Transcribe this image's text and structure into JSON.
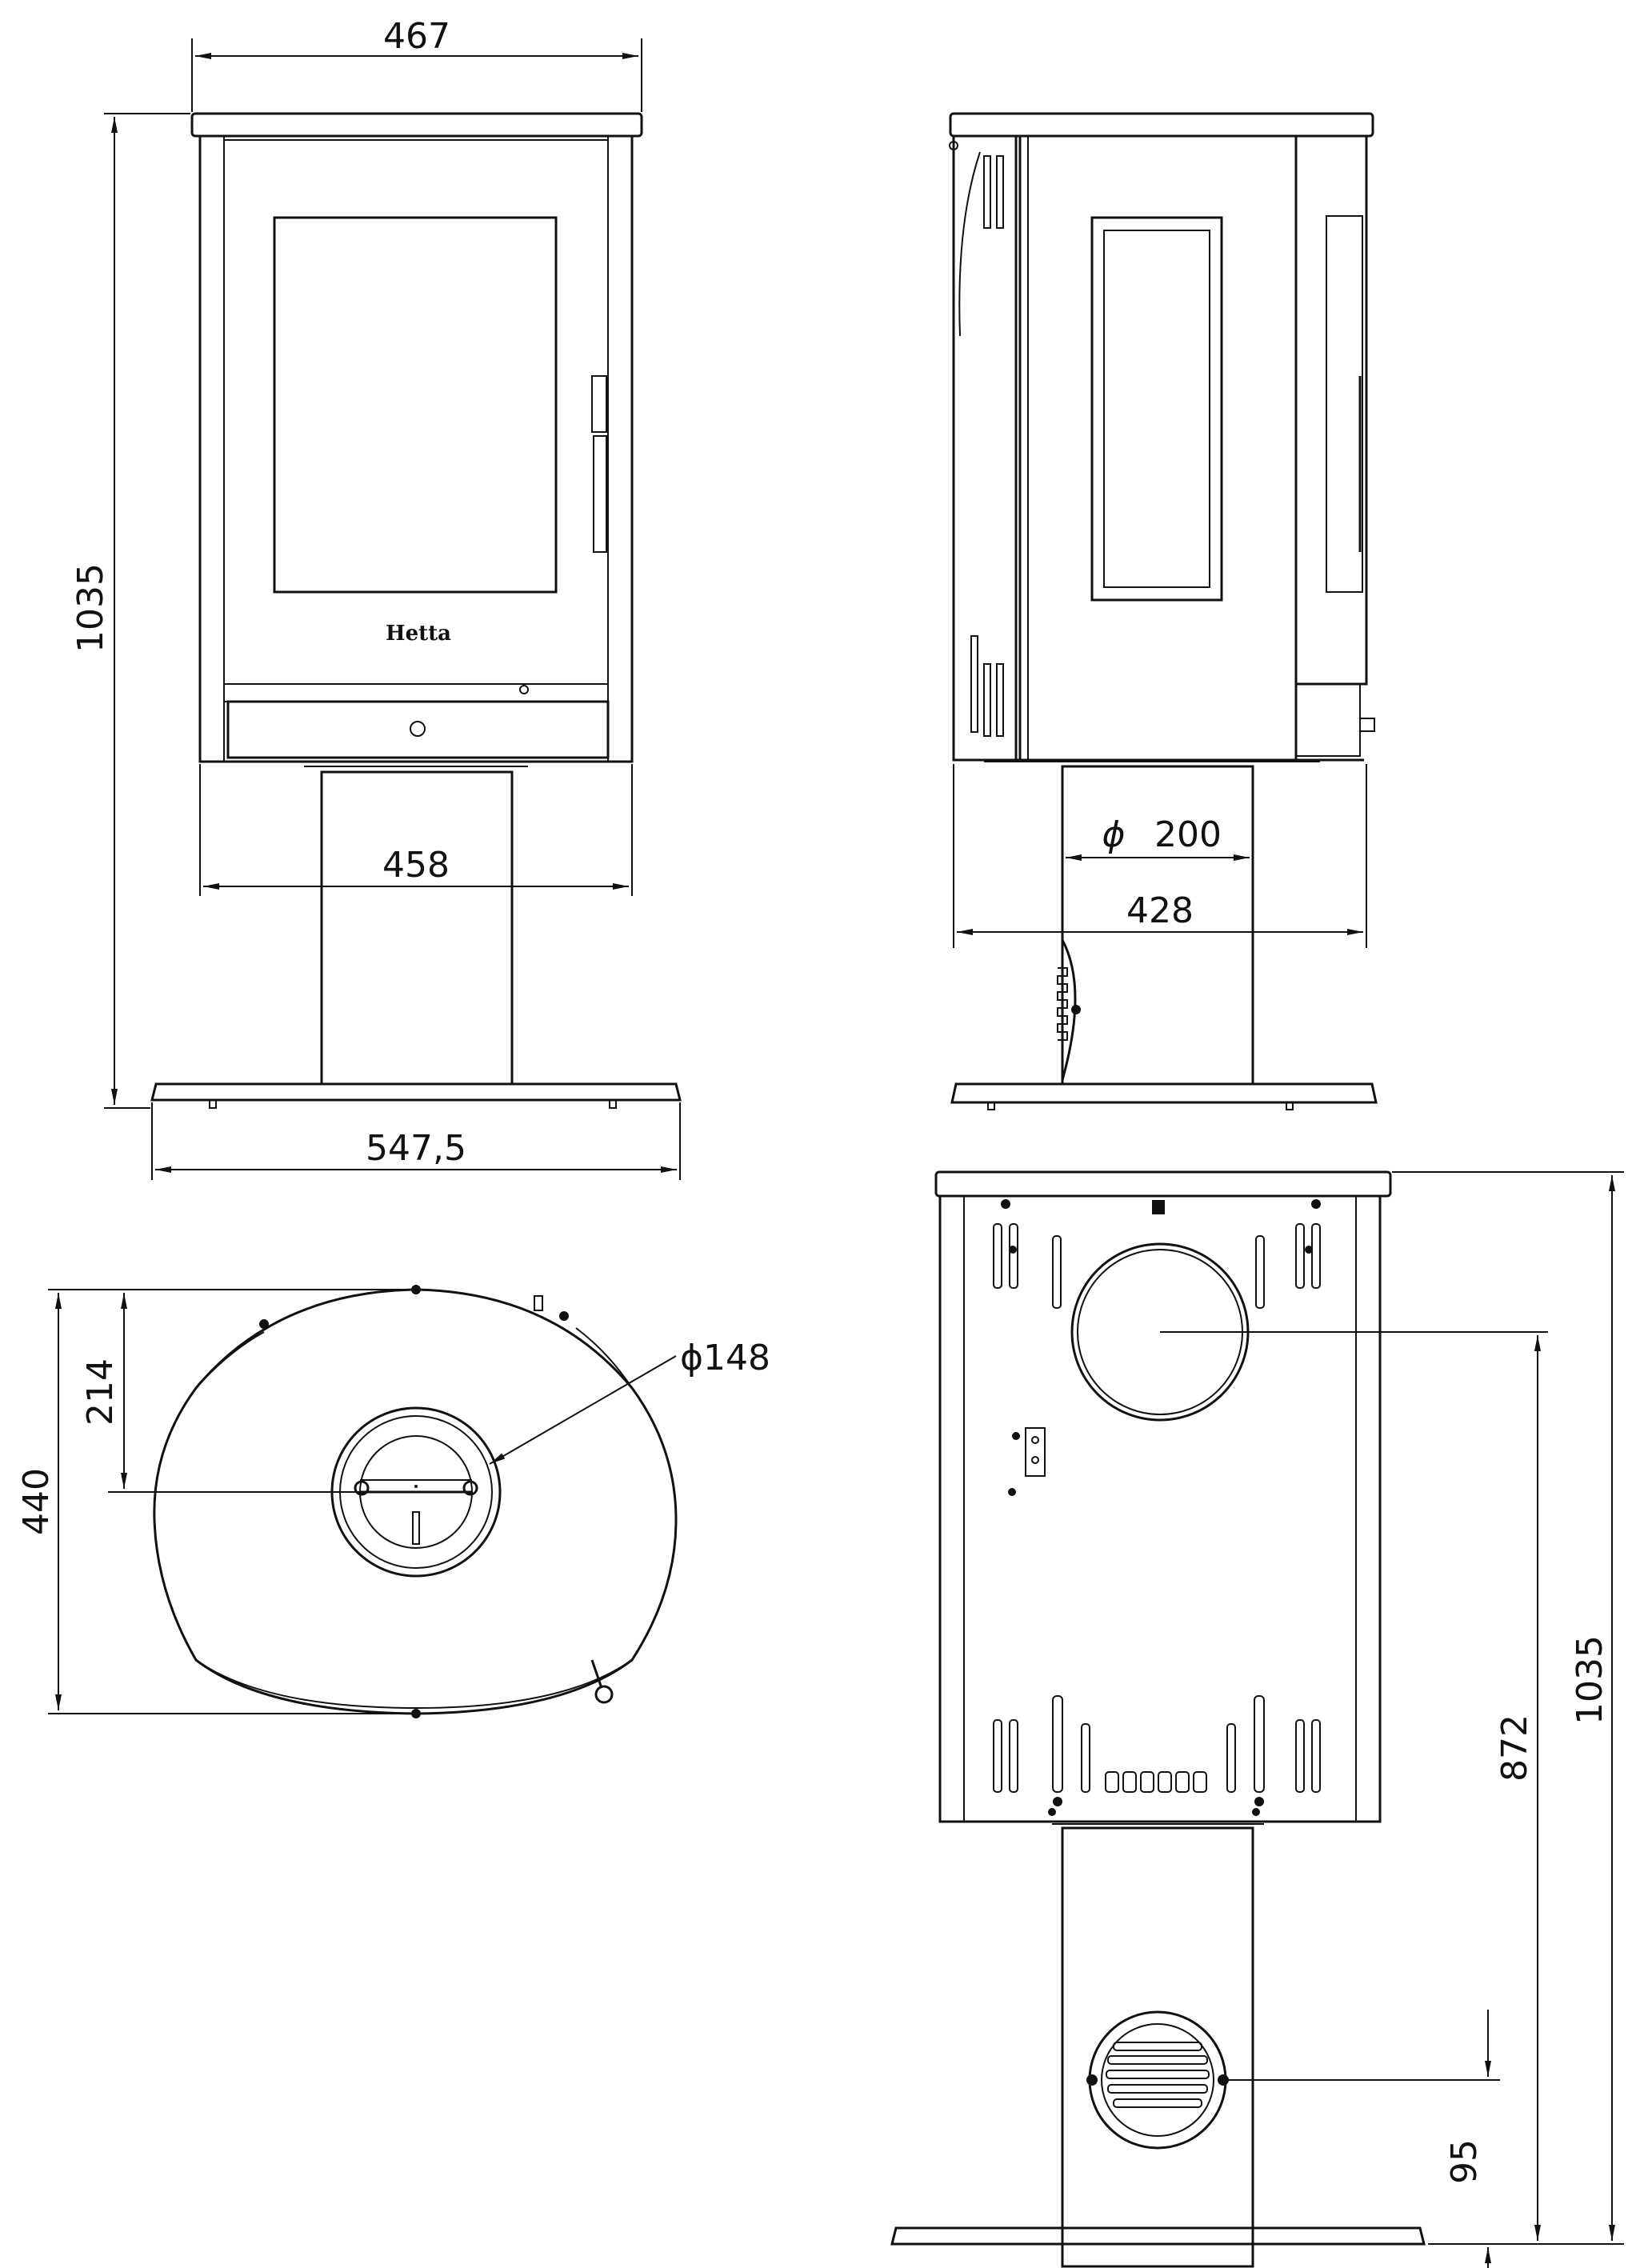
{
  "brand_logo": "Hetta",
  "front_view": {
    "dim_top_width": "467",
    "dim_height": "1035",
    "dim_body_width": "458",
    "dim_base_width": "547,5"
  },
  "side_view": {
    "dim_column_diameter_symbol": "ϕ",
    "dim_column_diameter": "200",
    "dim_depth": "428"
  },
  "top_view": {
    "dim_depth": "440",
    "dim_flue_offset": "214",
    "dim_flue_diameter": "ϕ148"
  },
  "back_view": {
    "dim_height": "1035",
    "dim_flue_height": "872",
    "dim_air_inlet_height": "95"
  }
}
